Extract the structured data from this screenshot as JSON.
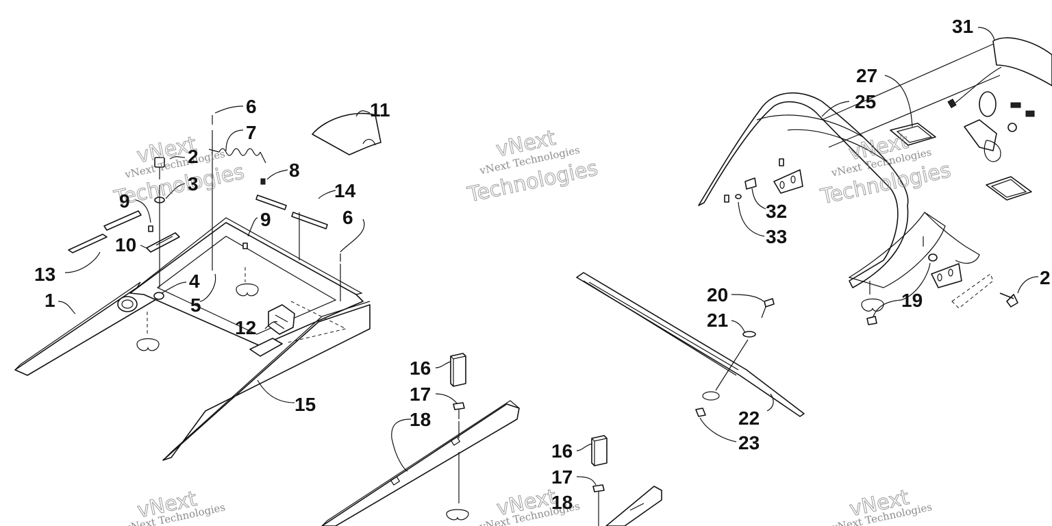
{
  "watermark": {
    "line1": "vNext",
    "line2": "vNext Technologies",
    "line3": "Technologies"
  },
  "callouts": [
    "1",
    "2",
    "3",
    "4",
    "5",
    "6",
    "6",
    "7",
    "8",
    "9",
    "9",
    "10",
    "11",
    "12",
    "13",
    "14",
    "15",
    "16",
    "16",
    "17",
    "17",
    "18",
    "18",
    "19",
    "20",
    "21",
    "22",
    "23",
    "25",
    "27",
    "31",
    "32",
    "33",
    "2"
  ]
}
